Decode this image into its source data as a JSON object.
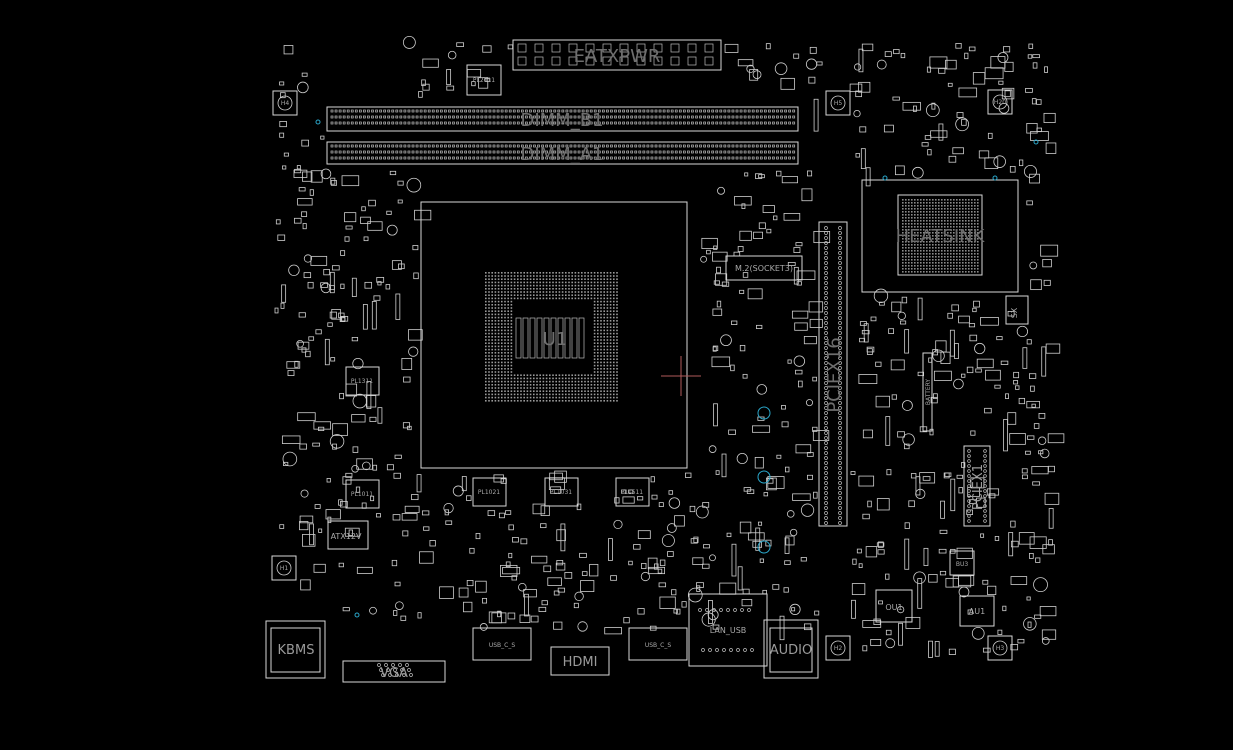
{
  "labels": {
    "eatxpwr": "EATXPWR",
    "dimm_b1": "DIMM_B1",
    "dimm_a1": "DIMM_A1",
    "cpu": "U1",
    "heatsink": "HEATSINK",
    "m2": "M.2(SOCKET3)",
    "pciex16": "PCIEX16",
    "pciex1": "PCIEX1",
    "atx12v": "ATX12V",
    "kbms": "KBMS",
    "vga": "VGA",
    "hdmi": "HDMI",
    "audio": "AUDIO",
    "usb1": "USB_C_S",
    "usb2": "USB_C_S",
    "lan": "LAN_USB",
    "battery": "BATTERY",
    "ou1": "OU1",
    "au1": "AU1",
    "bu3": "BU3",
    "pl2011": "PL2011",
    "pl1311": "PL1311",
    "pl1011": "PL1011",
    "pl1021": "PL1021",
    "pl1031": "PL1031",
    "pl1511": "PL1511",
    "h1": "H1",
    "h2": "H2",
    "h3": "H3",
    "h4": "H4",
    "h5": "H5",
    "h20": "H20",
    "sx": "SX"
  },
  "colors": {
    "background": "#000000",
    "outline": "#d8d8d8",
    "label": "#6e6e6e",
    "via": "#2aa6c9",
    "cursor": "#b05a5a"
  }
}
